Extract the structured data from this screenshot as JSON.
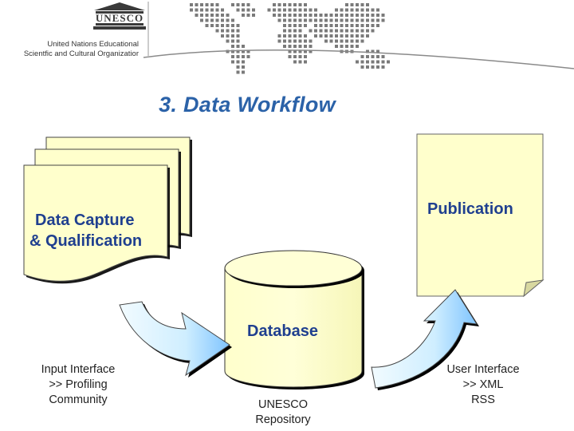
{
  "header": {
    "logo_text": "UNESCO",
    "org_line1": "United Nations Educational",
    "org_line2": "Scientfic and Cultural Organizatior"
  },
  "title": "3. Data Workflow",
  "nodes": {
    "capture": {
      "line1": "Data Capture",
      "line2": "& Qualification"
    },
    "publication": "Publication",
    "database": "Database"
  },
  "captions": {
    "input": [
      "Input Interface",
      ">> Profiling",
      "Community"
    ],
    "repository": [
      "UNESCO",
      "Repository"
    ],
    "output": [
      "User Interface",
      ">> XML",
      "RSS"
    ]
  },
  "colors": {
    "title": "#2b62a8",
    "label": "#1f3f8f",
    "document_fill": "#ffffcc",
    "database_fill": "#ffffcc",
    "arrow_fill_light": "#e6f6ff",
    "arrow_fill_dark": "#7fc4ff"
  }
}
